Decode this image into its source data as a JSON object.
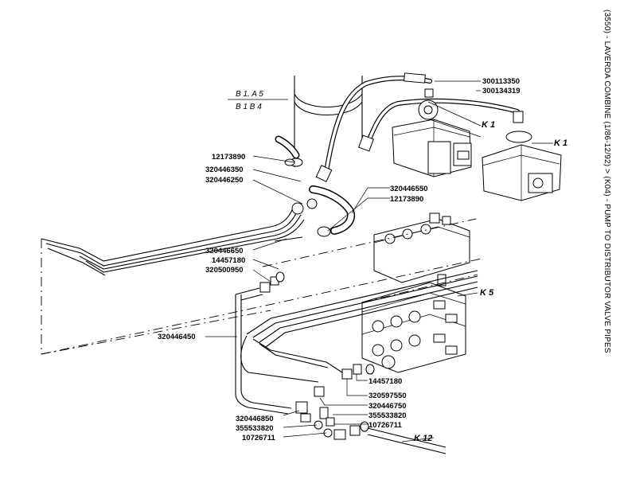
{
  "title": "(3550) - LAVERDA COMBINE (1/86-12/92) > (K04) - PUMP TO DISTRIBUTOR VALVE PIPES",
  "reference": {
    "top": "B 1. A 5",
    "bottom": "B 1 B 4"
  },
  "groups": {
    "k1_a": "K 1",
    "k1_b": "K 1",
    "k5": "K 5",
    "k12": "K 12"
  },
  "parts": {
    "p300113350": "300113350",
    "p300134319": "300134319",
    "p12173890_a": "12173890",
    "p320446350": "320446350",
    "p320446250": "320446250",
    "p320446550": "320446550",
    "p12173890_b": "12173890",
    "p320446650": "320446650",
    "p14457180_a": "14457180",
    "p320500950": "320500950",
    "p320446450": "320446450",
    "p14457180_b": "14457180",
    "p320597550": "320597550",
    "p320446750": "320446750",
    "p355533820_a": "355533820",
    "p320446850": "320446850",
    "p10726711_a": "10726711",
    "p355533820_b": "355533820",
    "p10726711_b": "10726711"
  }
}
